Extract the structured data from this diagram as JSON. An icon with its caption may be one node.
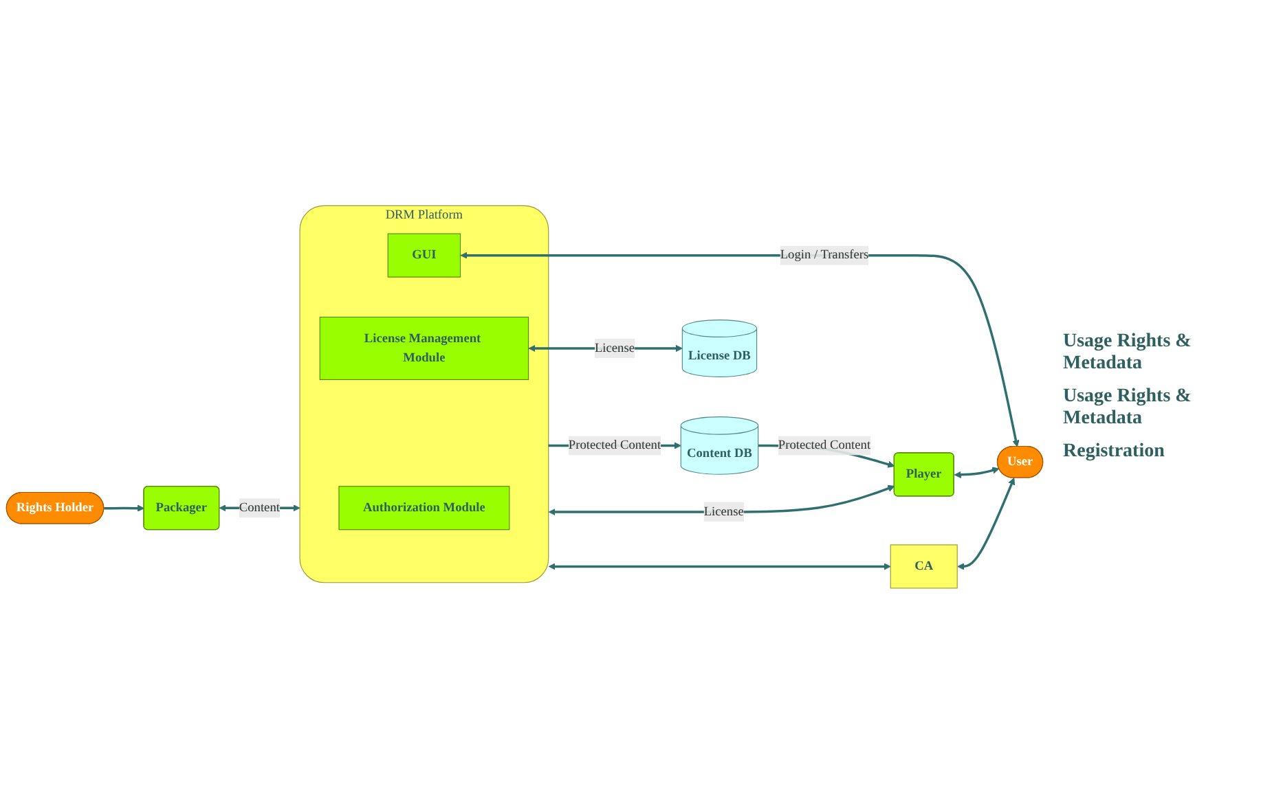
{
  "diagram": {
    "nodes": [
      {
        "text": [
          "Rights Holder"
        ]
      },
      {
        "text": [
          "Packager"
        ]
      },
      {
        "text": [
          "DRM Platform"
        ]
      },
      {
        "text": [
          "Authorization Module"
        ],
        "in": 2
      },
      {
        "text": [
          "License Management Module"
        ],
        "in": 2
      },
      {
        "text": [
          "GUI"
        ],
        "in": 2
      },
      {
        "text": [
          "Content DB"
        ]
      },
      {
        "text": [
          "Player"
        ]
      },
      {
        "text": [
          "User"
        ]
      },
      {
        "text": [
          "License DB"
        ]
      },
      {
        "text": [
          "CA"
        ]
      }
    ],
    "edges": [
      {
        "from": 0,
        "to": 1,
        "arrow": "to"
      },
      {
        "from": 1,
        "to": 2,
        "arrow": "both",
        "label": "Content"
      },
      {
        "from": 2,
        "to": 6,
        "arrow": "to",
        "label": "Protected Content"
      },
      {
        "from": 6,
        "to": 7,
        "arrow": "to",
        "label": "Protected Content"
      },
      {
        "from": 2,
        "to": 7,
        "arrow": "both",
        "label": "License"
      },
      {
        "from": 4,
        "to": 9,
        "arrow": "both",
        "label": "License"
      },
      {
        "from": 5,
        "to": 8,
        "arrow": "both",
        "label": "Login / Transfers"
      },
      {
        "from": 7,
        "to": 8,
        "arrow": "both"
      },
      {
        "from": 2,
        "to": 10,
        "arrow": "both"
      },
      {
        "from": 10,
        "to": 8,
        "arrow": "both"
      }
    ],
    "labels": [
      "Usage Rights & Metadata",
      "Usage Rights & Metadata",
      "Registration"
    ]
  }
}
